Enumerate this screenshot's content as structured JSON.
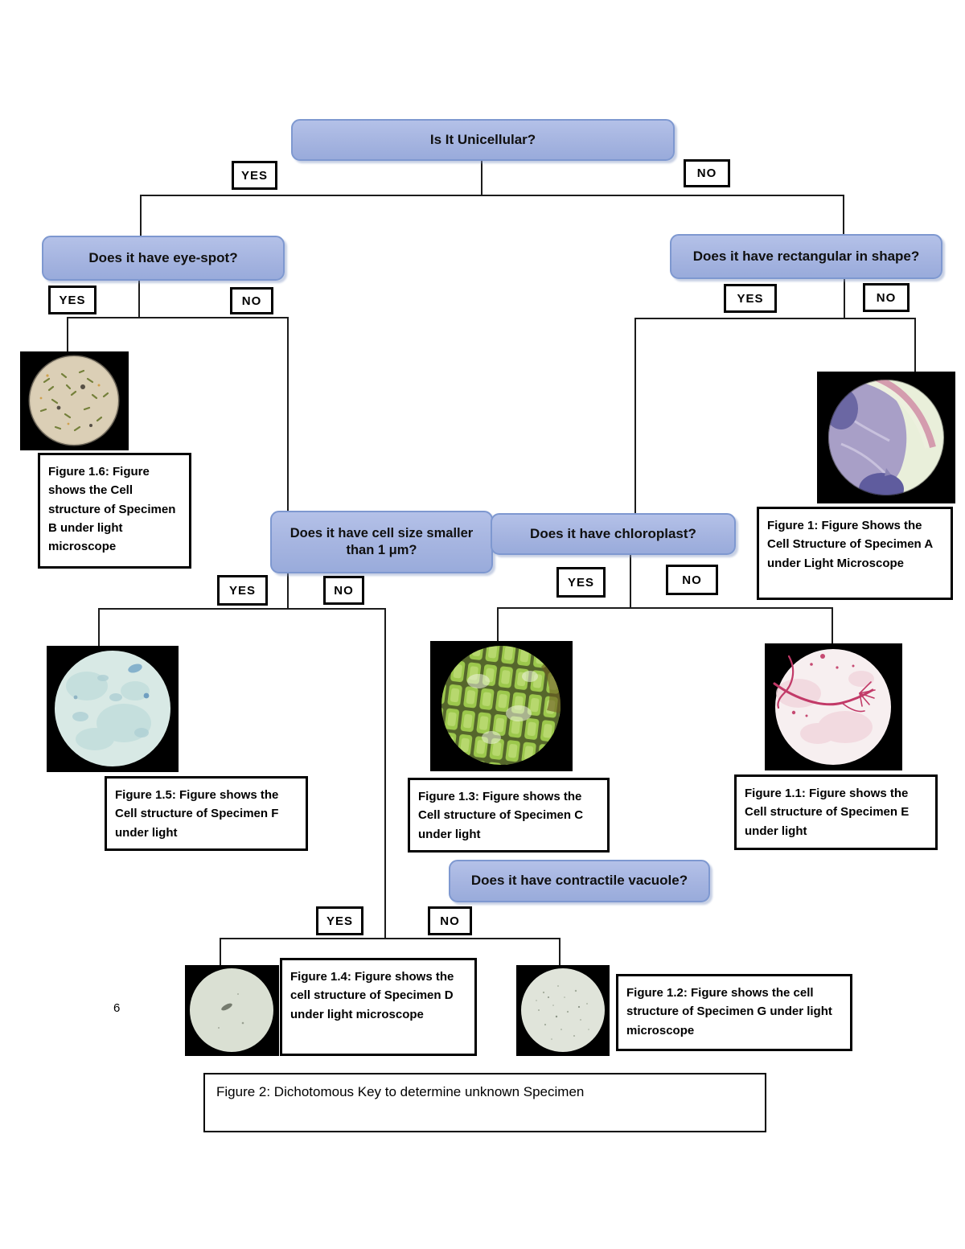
{
  "page": {
    "number": "6"
  },
  "accent": {
    "question_box_fill": "#a5b4e0",
    "question_box_border": "#7e98d0",
    "line_color": "#1c1c1c"
  },
  "labels": {
    "yes": "YES",
    "no": "NO"
  },
  "nodes": {
    "unicellular": {
      "question": "Is It Unicellular?"
    },
    "eyespot": {
      "question": "Does it have eye-spot?"
    },
    "rectangular": {
      "question": "Does it have rectangular in shape?"
    },
    "cellsize": {
      "question": "Does it have cell size smaller than 1 μm?"
    },
    "chloroplast": {
      "question": "Does it have chloroplast?"
    },
    "vacuole": {
      "question": "Does it have contractile vacuole?"
    }
  },
  "figures": {
    "fig_1_6": {
      "caption": "Figure 1.6: Figure shows the Cell structure of Specimen B under light microscope"
    },
    "fig_1": {
      "caption": "Figure 1: Figure Shows the Cell Structure of Specimen A under Light Microscope"
    },
    "fig_1_5": {
      "caption": "Figure 1.5: Figure shows the Cell structure of Specimen F under light"
    },
    "fig_1_3": {
      "caption": "Figure 1.3: Figure shows the Cell structure of Specimen C under light"
    },
    "fig_1_1": {
      "caption": "Figure 1.1: Figure shows the Cell structure of Specimen E under light"
    },
    "fig_1_4": {
      "caption": "Figure 1.4: Figure shows the cell structure of Specimen D under light microscope"
    },
    "fig_1_2": {
      "caption": "Figure 1.2: Figure shows the cell structure of Specimen G under light microscope"
    }
  },
  "footer": {
    "caption": "Figure 2: Dichotomous Key to determine unknown Specimen"
  }
}
